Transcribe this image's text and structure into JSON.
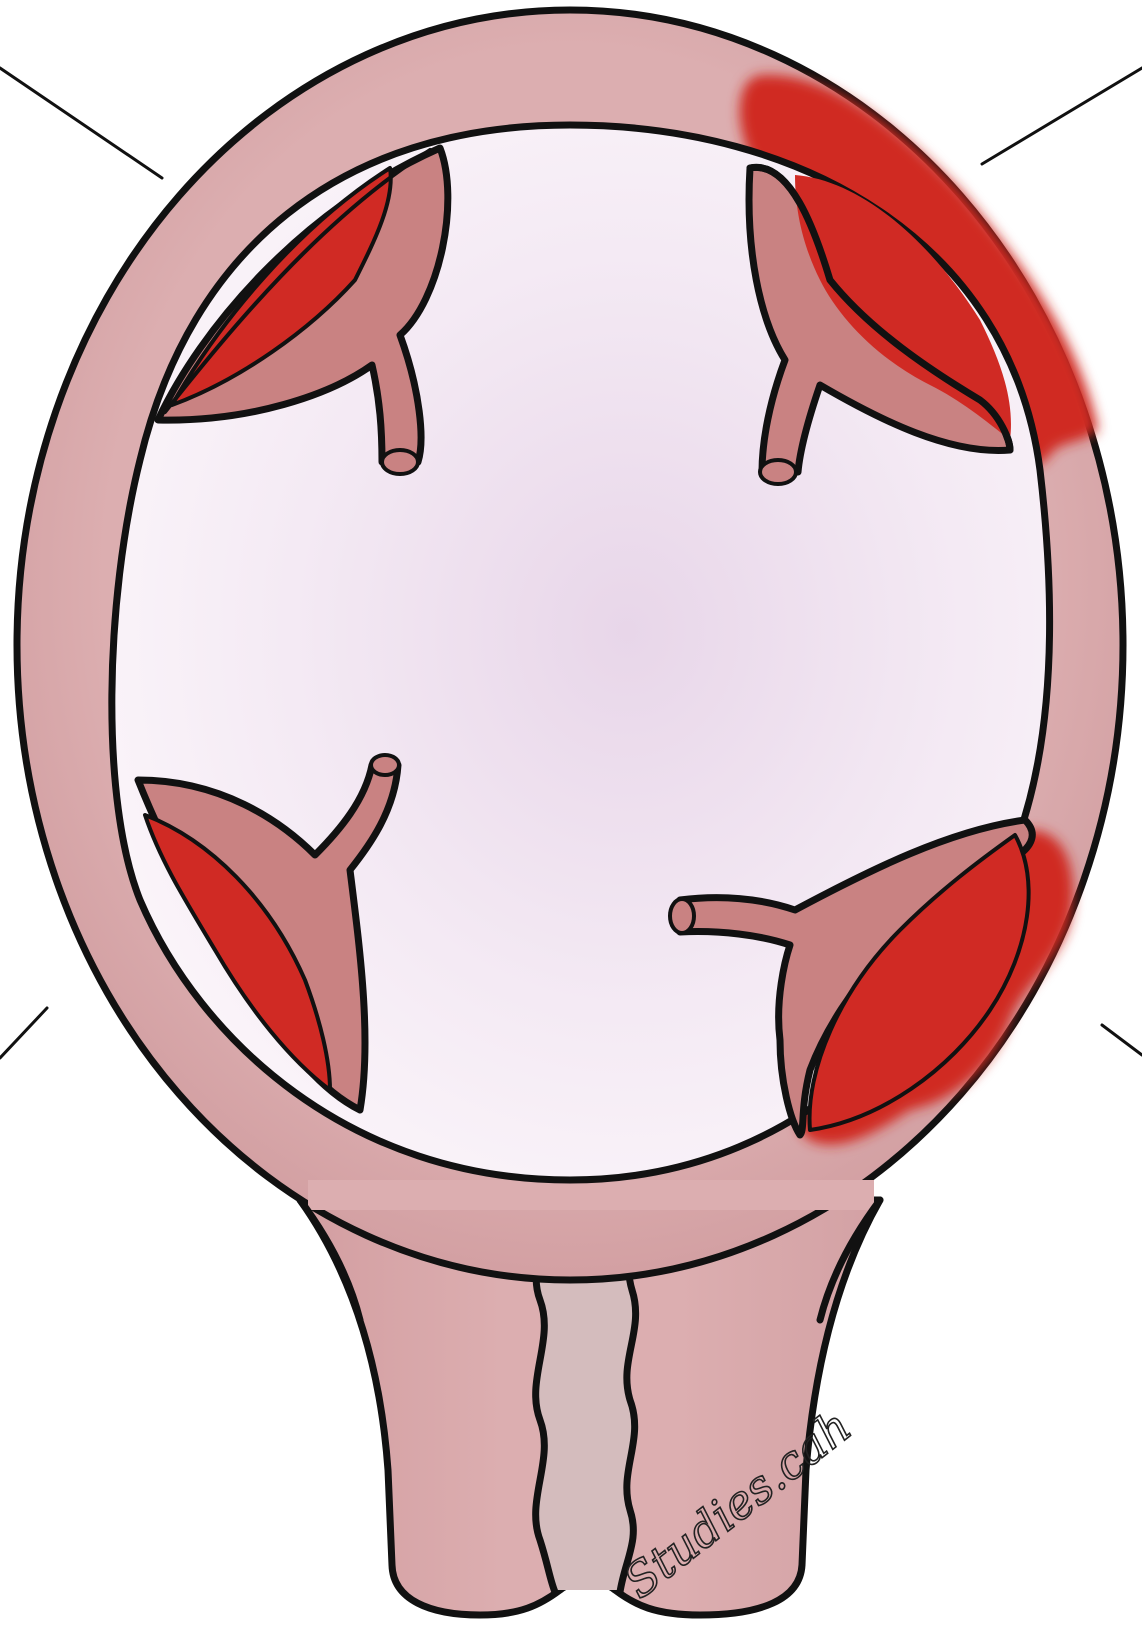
{
  "diagram": {
    "colors": {
      "wall": "#dcaeb0",
      "wall_shadow": "#c98d90",
      "cavity_center": "#e9d9ea",
      "cavity_edge": "#f9f1f8",
      "vessel": "#c98282",
      "blood": "#d02a24",
      "canal": "#d4bcbd",
      "outline": "#111111"
    },
    "leader_line_count": 4,
    "watermark": "Studies.cah",
    "icons": [
      "placenta-site-top-left",
      "placenta-site-top-right",
      "placenta-site-bottom-left",
      "placenta-site-bottom-right"
    ]
  }
}
